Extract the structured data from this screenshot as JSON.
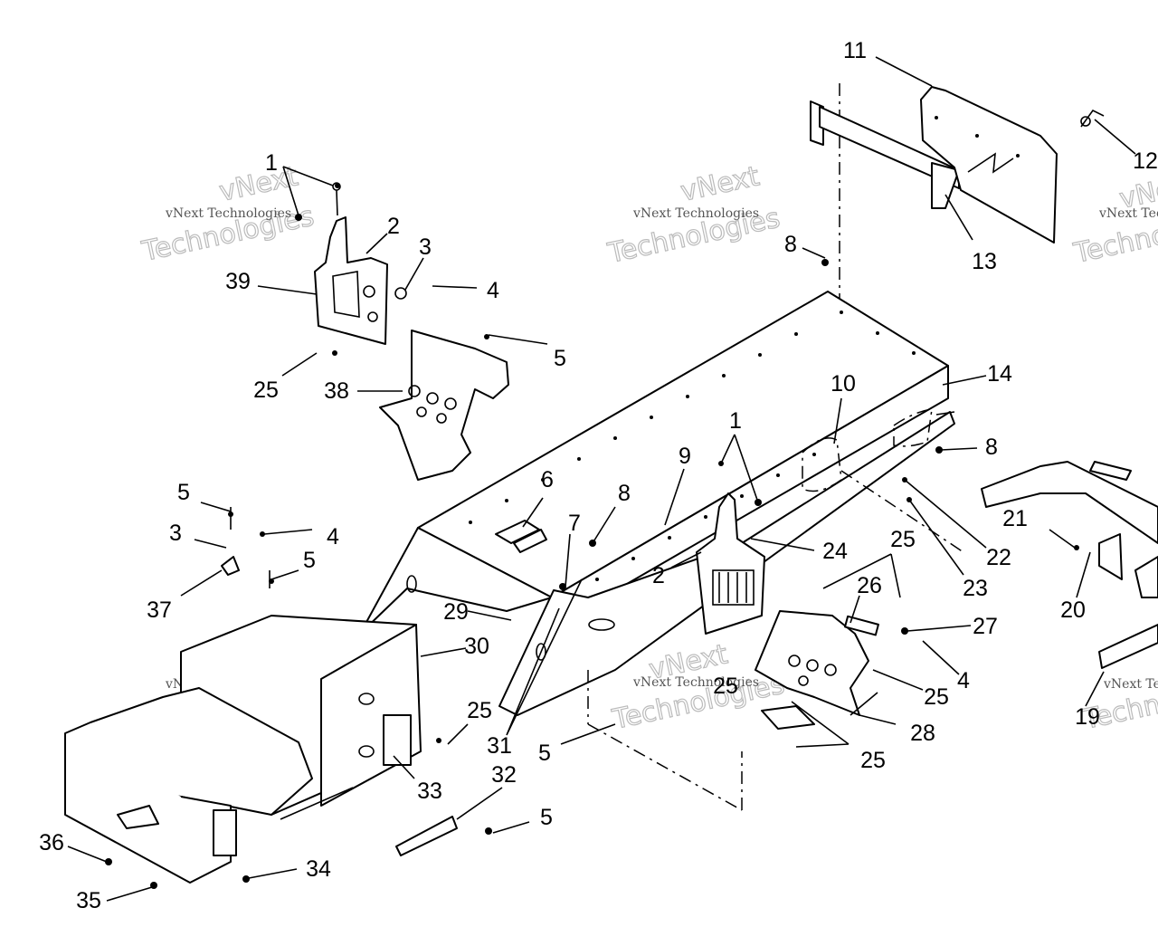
{
  "watermark": {
    "company": "vNext Technologies",
    "brand_top": "vNext",
    "brand_bottom": "Technologies"
  },
  "callouts": [
    {
      "id": "c1a",
      "text": "1"
    },
    {
      "id": "c2a",
      "text": "2"
    },
    {
      "id": "c3a",
      "text": "3"
    },
    {
      "id": "c4a",
      "text": "4"
    },
    {
      "id": "c39",
      "text": "39"
    },
    {
      "id": "c25a",
      "text": "25"
    },
    {
      "id": "c38",
      "text": "38"
    },
    {
      "id": "c5a",
      "text": "5"
    },
    {
      "id": "c11",
      "text": "11"
    },
    {
      "id": "c12",
      "text": "12"
    },
    {
      "id": "c13",
      "text": "13"
    },
    {
      "id": "c8a",
      "text": "8"
    },
    {
      "id": "c14",
      "text": "14"
    },
    {
      "id": "c10",
      "text": "10"
    },
    {
      "id": "c8b",
      "text": "8"
    },
    {
      "id": "c1b",
      "text": "1"
    },
    {
      "id": "c9",
      "text": "9"
    },
    {
      "id": "c8c",
      "text": "8"
    },
    {
      "id": "c6",
      "text": "6"
    },
    {
      "id": "c7",
      "text": "7"
    },
    {
      "id": "c24",
      "text": "24"
    },
    {
      "id": "c2b",
      "text": "2"
    },
    {
      "id": "c25b",
      "text": "25"
    },
    {
      "id": "c22",
      "text": "22"
    },
    {
      "id": "c23",
      "text": "23"
    },
    {
      "id": "c26",
      "text": "26"
    },
    {
      "id": "c27",
      "text": "27"
    },
    {
      "id": "c21",
      "text": "21"
    },
    {
      "id": "c20",
      "text": "20"
    },
    {
      "id": "c5b",
      "text": "5"
    },
    {
      "id": "c3b",
      "text": "3"
    },
    {
      "id": "c4b",
      "text": "4"
    },
    {
      "id": "c5c",
      "text": "5"
    },
    {
      "id": "c37",
      "text": "37"
    },
    {
      "id": "c29",
      "text": "29"
    },
    {
      "id": "c30",
      "text": "30"
    },
    {
      "id": "c25c",
      "text": "25"
    },
    {
      "id": "c4c",
      "text": "4"
    },
    {
      "id": "c25d",
      "text": "25"
    },
    {
      "id": "c28",
      "text": "28"
    },
    {
      "id": "c25e",
      "text": "25"
    },
    {
      "id": "c25f",
      "text": "25"
    },
    {
      "id": "c31",
      "text": "31"
    },
    {
      "id": "c5d",
      "text": "5"
    },
    {
      "id": "c32",
      "text": "32"
    },
    {
      "id": "c33",
      "text": "33"
    },
    {
      "id": "c5e",
      "text": "5"
    },
    {
      "id": "c36",
      "text": "36"
    },
    {
      "id": "c34",
      "text": "34"
    },
    {
      "id": "c35",
      "text": "35"
    },
    {
      "id": "c19",
      "text": "19"
    }
  ]
}
